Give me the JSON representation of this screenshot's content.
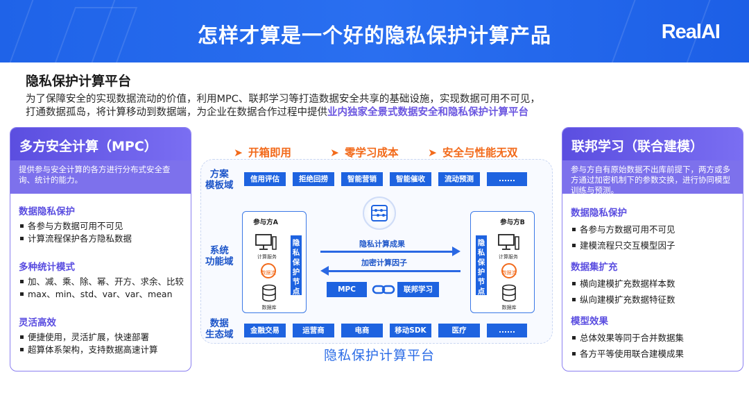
{
  "header": {
    "title": "怎样才算是一个好的隐私保护计算产品",
    "logo": "RealAI"
  },
  "platform_title": "隐私保护计算平台",
  "intro": {
    "line1": "为了保障安全的实现数据流动的价值，利用MPC、联邦学习等打造数据安全共享的基础设施，实现数据可用不可见，",
    "line2_plain": "打通数据孤岛，将计算移动到数据端，为企业在数据合作过程中提供",
    "line2_highlight": "业内独家全景式数据安全和隐私保护计算平台"
  },
  "left_panel": {
    "title": "多方安全计算（MPC）",
    "desc": "提供参与安全计算的各方进行分布式安全查询、统计的能力。",
    "sections": [
      {
        "title": "数据隐私保护",
        "items": [
          "各参与方数据可用不可见",
          "计算流程保护各方隐私数据"
        ]
      },
      {
        "title": "多种统计模式",
        "items": [
          "加、减、乘、除、幂、开方、求余、比较",
          "max、min、std、var、var、mean"
        ]
      },
      {
        "title": "灵活高效",
        "items": [
          "便捷使用，灵活扩展，快速部署",
          "超算体系架构，支持数据高速计算"
        ]
      }
    ]
  },
  "right_panel": {
    "title": "联邦学习（联合建模）",
    "desc": "参与方自有原始数据不出库前提下，两方或多方通过加密机制下的参数交换，进行协同模型训练与预测。",
    "sections": [
      {
        "title": "数据隐私保护",
        "items": [
          "各参与方数据可用不可见",
          "建模流程只交互模型因子"
        ]
      },
      {
        "title": "数据集扩充",
        "items": [
          "横向建模扩充数据样本数",
          "纵向建模扩充数据特征数"
        ]
      },
      {
        "title": "模型效果",
        "items": [
          "总体效果等同于合并数据集",
          "各方平等使用联合建模成果"
        ]
      }
    ]
  },
  "features": [
    "开箱即用",
    "零学习成本",
    "安全与性能无双"
  ],
  "diagram": {
    "row_labels": {
      "template": [
        "方案",
        "模板域"
      ],
      "system": [
        "系统",
        "功能域"
      ],
      "ecosystem": [
        "数据",
        "生态域"
      ]
    },
    "template_chips": [
      "信用评估",
      "拒绝回捞",
      "智能营销",
      "智能催收",
      "流动预测",
      "......"
    ],
    "ecosystem_chips": [
      "金融交易",
      "运营商",
      "电商",
      "移动SDK",
      "医疗",
      "......"
    ],
    "party_a": {
      "name": "参与方A",
      "node": "隐私保护节点",
      "compute": "计算服务",
      "flow": "数据流",
      "db": "数据库"
    },
    "party_b": {
      "name": "参与方B",
      "node": "隐私保护节点",
      "compute": "计算服务",
      "flow": "数据流",
      "db": "数据库"
    },
    "flow_top": "隐私计算成果",
    "flow_bottom": "加密计算因子",
    "tech_left": "MPC",
    "tech_right": "联邦学习",
    "caption": "隐私保护计算平台"
  },
  "colors": {
    "header_blue": "#1f63e8",
    "purple": "#6b56e0",
    "orange": "#f26a1b",
    "chip_blue": "#1e63e0"
  }
}
